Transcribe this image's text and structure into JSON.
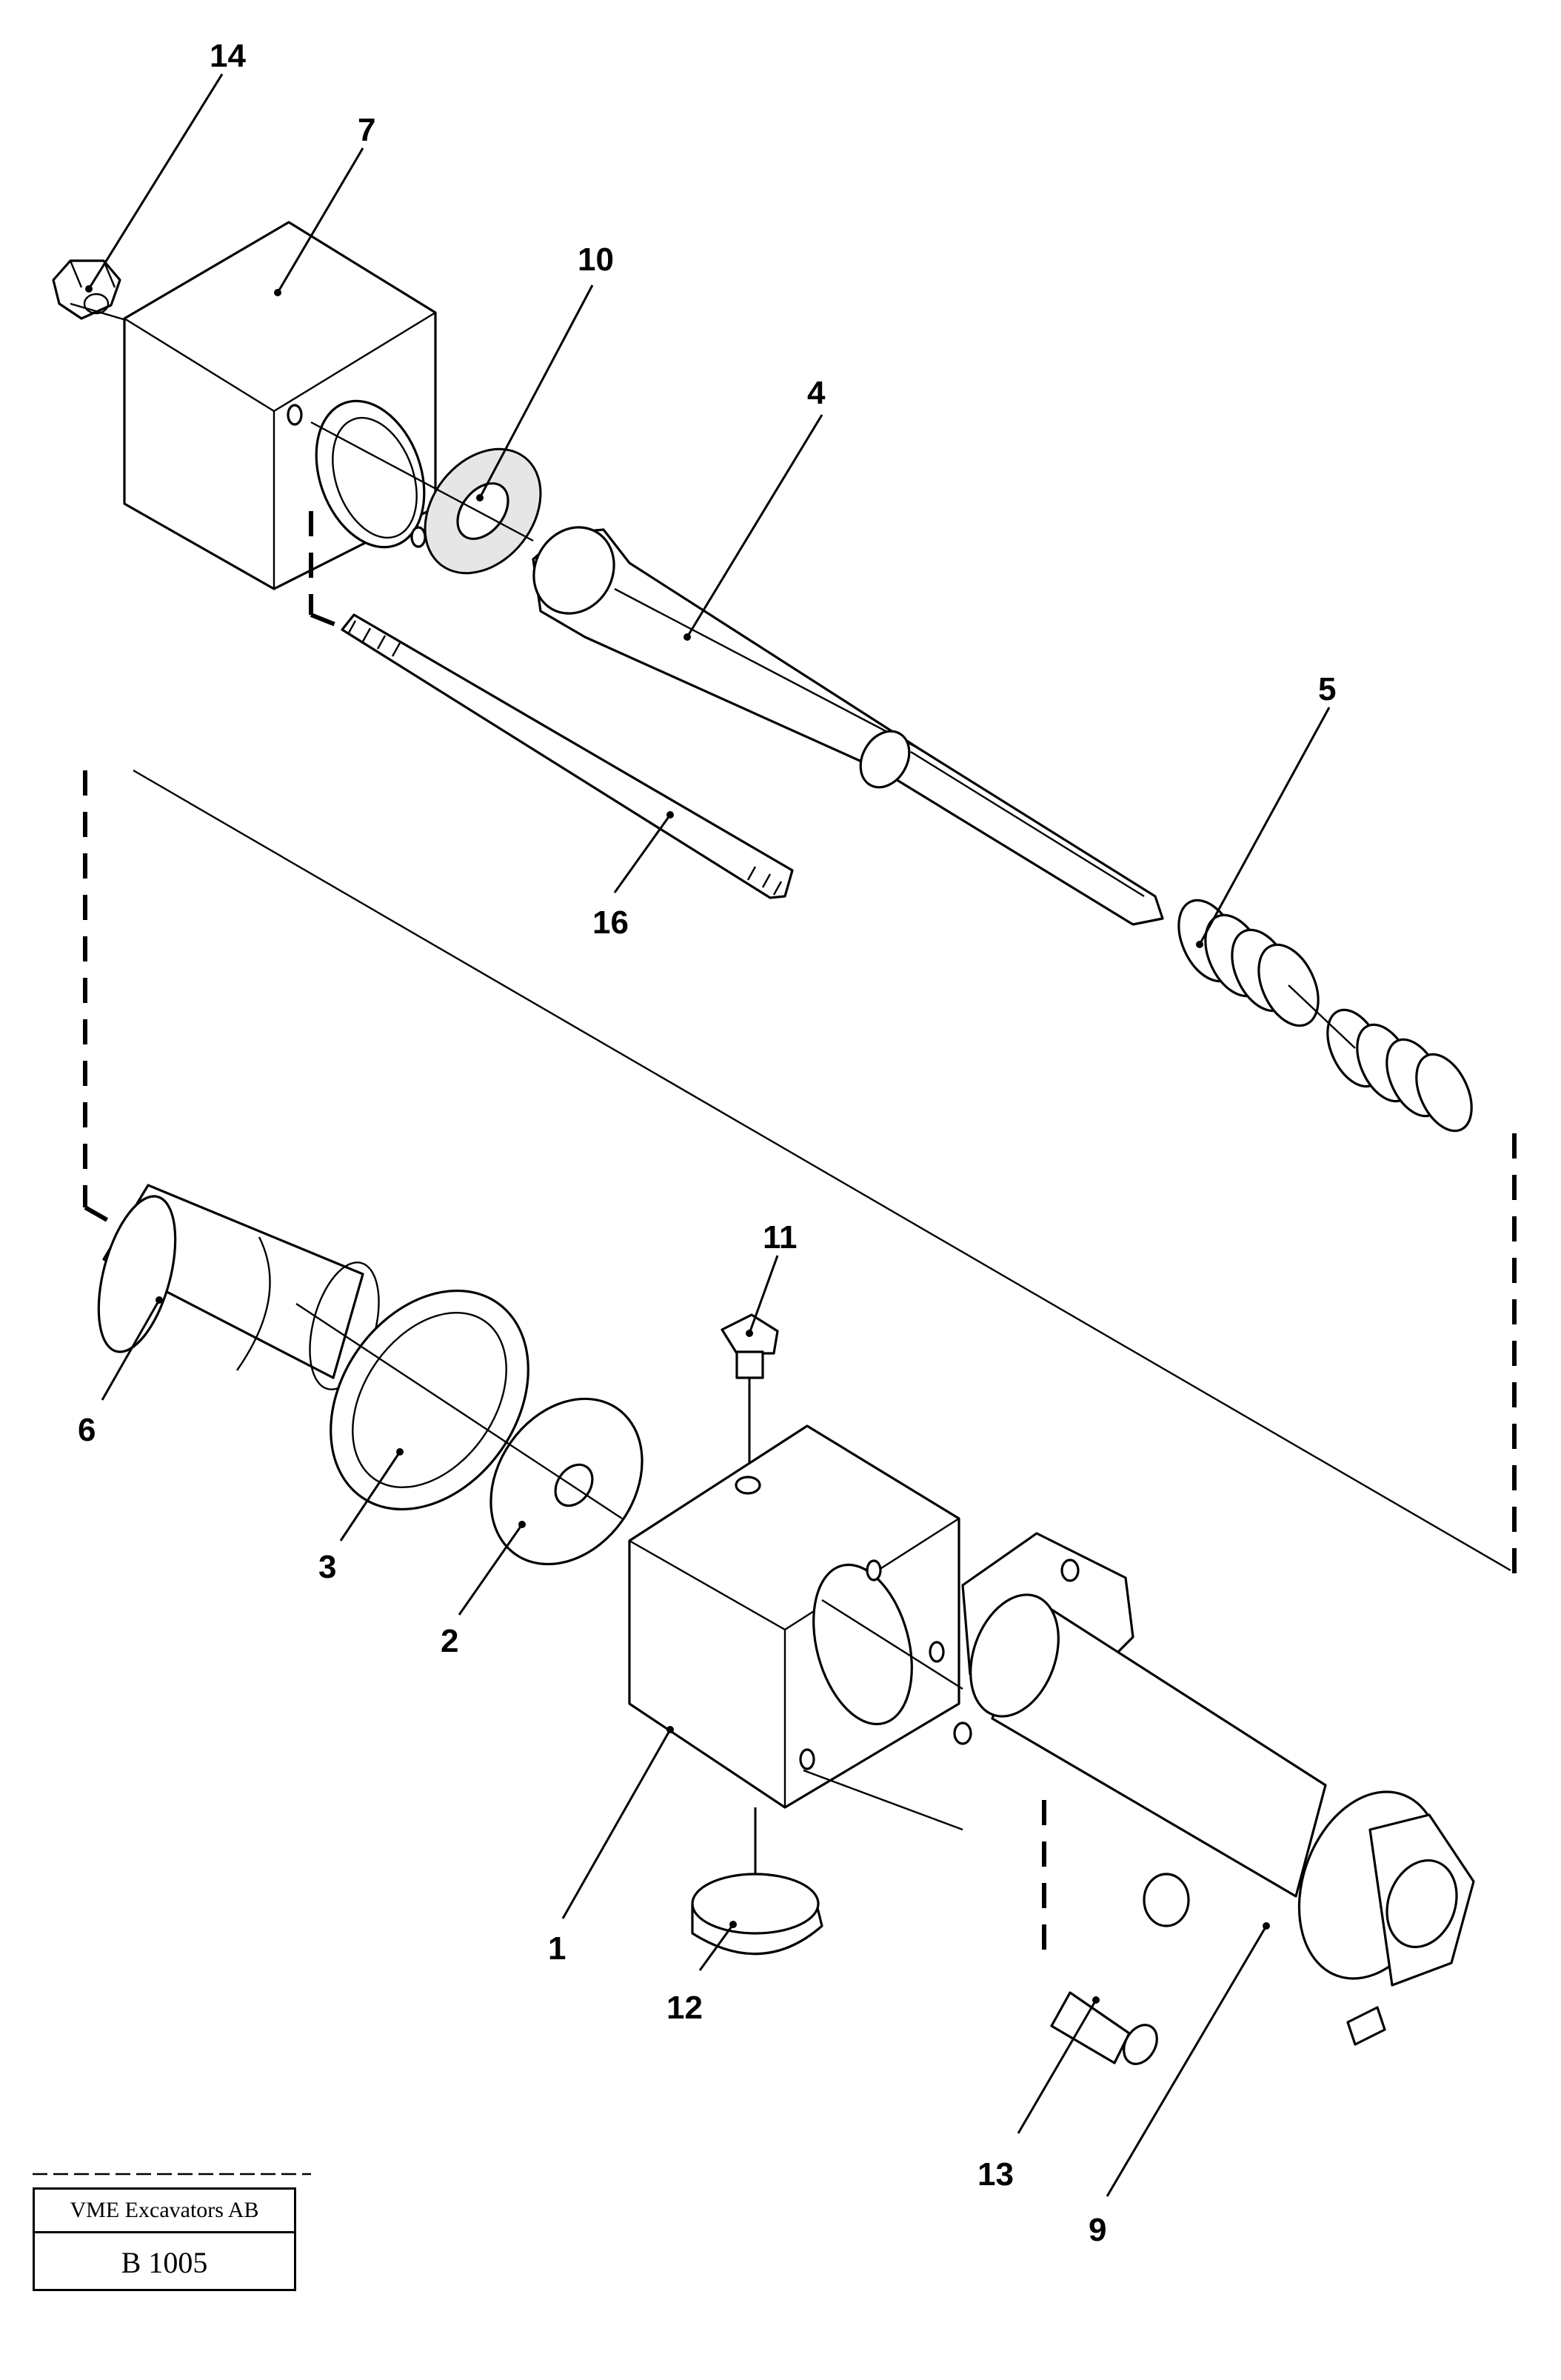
{
  "diagram": {
    "callouts": [
      "14",
      "7",
      "10",
      "4",
      "5",
      "16",
      "11",
      "6",
      "3",
      "2",
      "1",
      "12",
      "13",
      "9"
    ]
  },
  "title_block": {
    "company": "VME Excavators AB",
    "drawing_number": "B 1005"
  }
}
